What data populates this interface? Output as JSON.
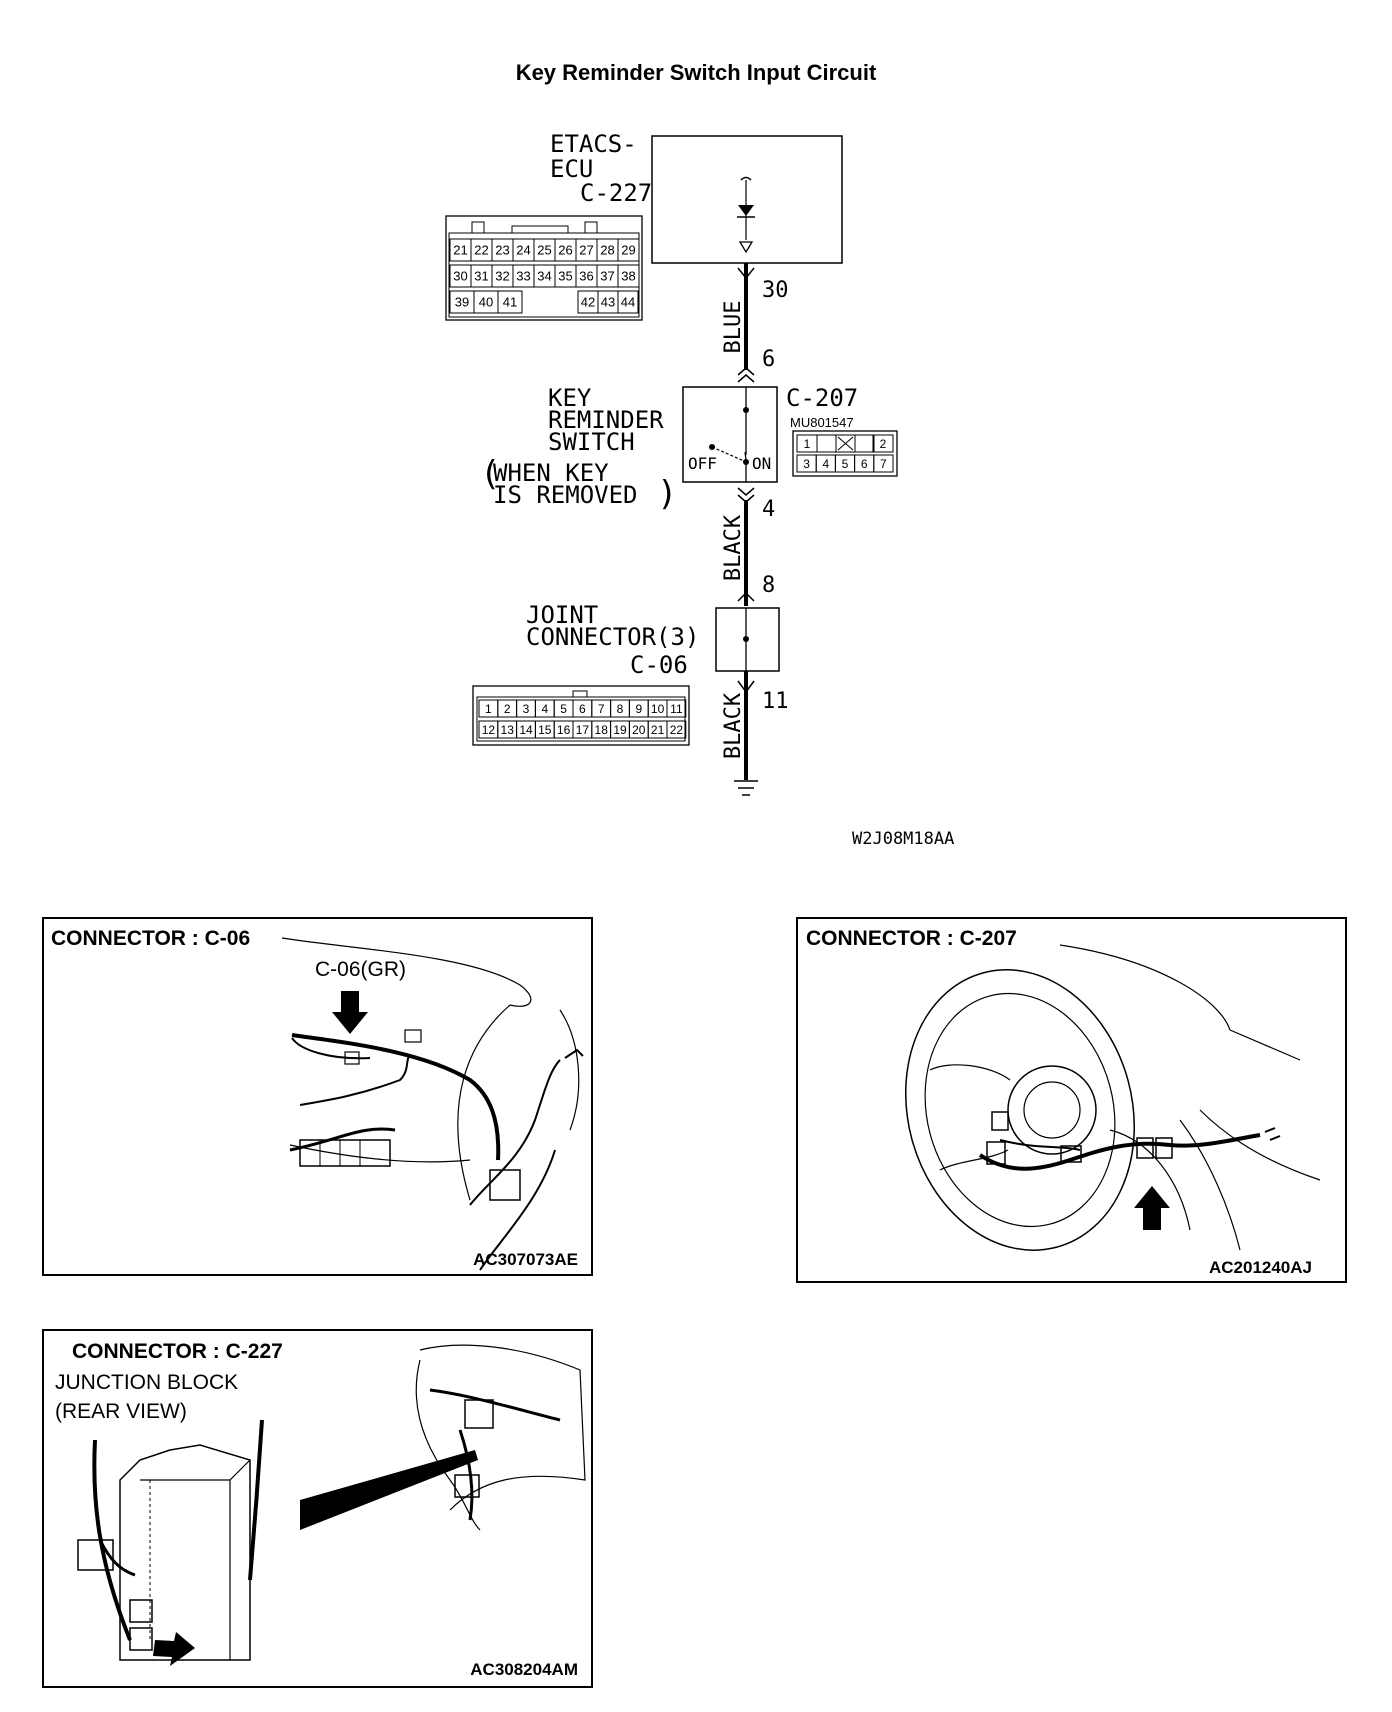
{
  "title": "Key Reminder Switch Input Circuit",
  "diagram_code": "W2J08M18AA",
  "etacs": {
    "line1": "ETACS-",
    "line2": "ECU",
    "connector": "C-227"
  },
  "c227_pins": {
    "row1": [
      "21",
      "22",
      "23",
      "24",
      "25",
      "26",
      "27",
      "28",
      "29"
    ],
    "row2": [
      "30",
      "31",
      "32",
      "33",
      "34",
      "35",
      "36",
      "37",
      "38"
    ],
    "row3a": [
      "39",
      "40",
      "41"
    ],
    "row3b": [
      "42",
      "43",
      "44"
    ]
  },
  "wire1": {
    "color": "BLUE",
    "pin_top": "30",
    "pin_bottom": "6"
  },
  "switch": {
    "line1": "KEY",
    "line2": "REMINDER",
    "line3": "SWITCH",
    "cond1": "WHEN KEY",
    "cond2": "IS REMOVED",
    "connector": "C-207",
    "part": "MU801547",
    "off": "OFF",
    "on": "ON",
    "pins_row1": [
      "1",
      "2"
    ],
    "pins_row2": [
      "3",
      "4",
      "5",
      "6",
      "7"
    ]
  },
  "wire2": {
    "color": "BLACK",
    "pin_top": "4",
    "pin_bottom": "8"
  },
  "joint": {
    "line1": "JOINT",
    "line2": "CONNECTOR(3)",
    "connector": "C-06"
  },
  "c06_pins": {
    "row1": [
      "1",
      "2",
      "3",
      "4",
      "5",
      "6",
      "7",
      "8",
      "9",
      "10",
      "11"
    ],
    "row2": [
      "12",
      "13",
      "14",
      "15",
      "16",
      "17",
      "18",
      "19",
      "20",
      "21",
      "22"
    ]
  },
  "wire3": {
    "color": "BLACK",
    "pin_top": "11"
  },
  "panels": {
    "c06": {
      "title": "CONNECTOR : C-06",
      "callout": "C-06(GR)",
      "code": "AC307073AE"
    },
    "c207": {
      "title": "CONNECTOR : C-207",
      "code": "AC201240AJ"
    },
    "c227": {
      "title": "CONNECTOR : C-227",
      "sub1": "JUNCTION BLOCK",
      "sub2": "(REAR VIEW)",
      "code": "AC308204AM"
    }
  }
}
